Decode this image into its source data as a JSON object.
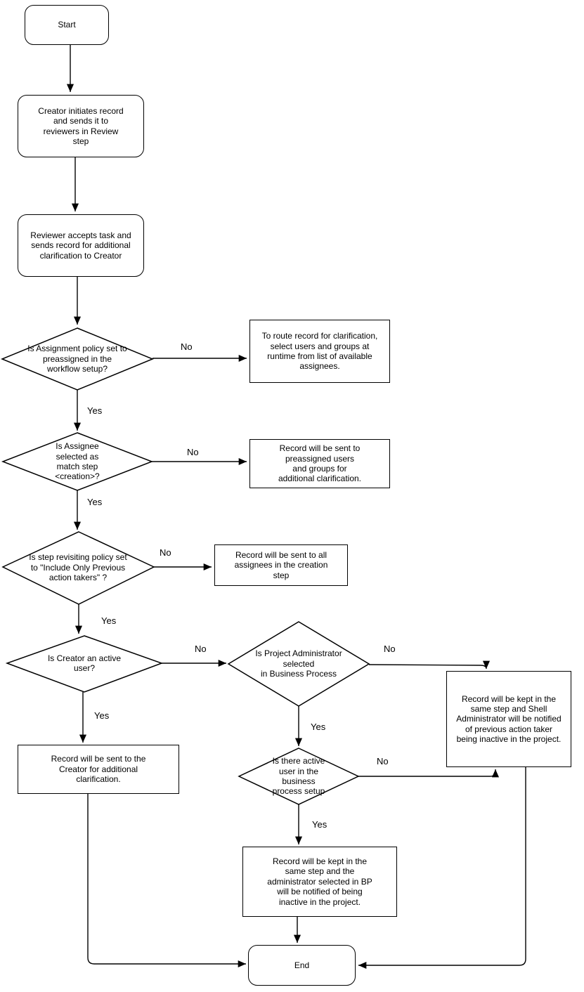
{
  "diagram": {
    "title": "Additional clarification workflow flowchart",
    "colors": {
      "stroke": "#000000",
      "fill": "#ffffff",
      "text": "#000000"
    },
    "nodes": {
      "start": "Start",
      "creator_initiates": "Creator initiates record\nand sends it to\nreviewers in Review\nstep",
      "reviewer_accepts": "Reviewer accepts task and\nsends record for additional\nclarification to Creator",
      "assignment_policy_q": "Is Assignment policy set to\npreassigned in the\nworkflow setup?",
      "route_runtime_result": "To route record for clarification,\nselect users and groups at\nruntime from list of available\nassignees.",
      "assignee_match_q": "Is Assignee\nselected as\nmatch step\n<creation>?",
      "preassigned_result": "Record will be sent to\npreassigned users\nand groups for\nadditional clarification.",
      "revisiting_policy_q": "Is step revisiting policy set\nto \"Include Only Previous\naction takers\" ?",
      "all_assignees_result": "Record will be sent to all\nassignees in the creation\nstep",
      "creator_active_q": "Is Creator an active\nuser?",
      "creator_result": "Record will be sent to the\nCreator for additional\nclarification.",
      "project_admin_q": "Is Project Administrator\nselected\nin Business Process",
      "shell_admin_result": "Record will be kept in the\nsame step and Shell\nAdministrator will be notified\nof previous action taker\nbeing inactive in the project.",
      "active_user_q": "Is there active\nuser in the\nbusiness\nprocess setup",
      "bp_admin_result": "Record will be kept in the\nsame step and the\nadministrator selected in BP\nwill be notified of being\ninactive in the project.",
      "end": "End"
    },
    "edge_labels": {
      "assignment_policy_no": "No",
      "assignment_policy_yes": "Yes",
      "assignee_match_no": "No",
      "assignee_match_yes": "Yes",
      "revisiting_policy_no": "No",
      "revisiting_policy_yes": "Yes",
      "creator_active_no": "No",
      "creator_active_yes": "Yes",
      "project_admin_no": "No",
      "project_admin_yes": "Yes",
      "active_user_no": "No",
      "active_user_yes": "Yes"
    }
  }
}
